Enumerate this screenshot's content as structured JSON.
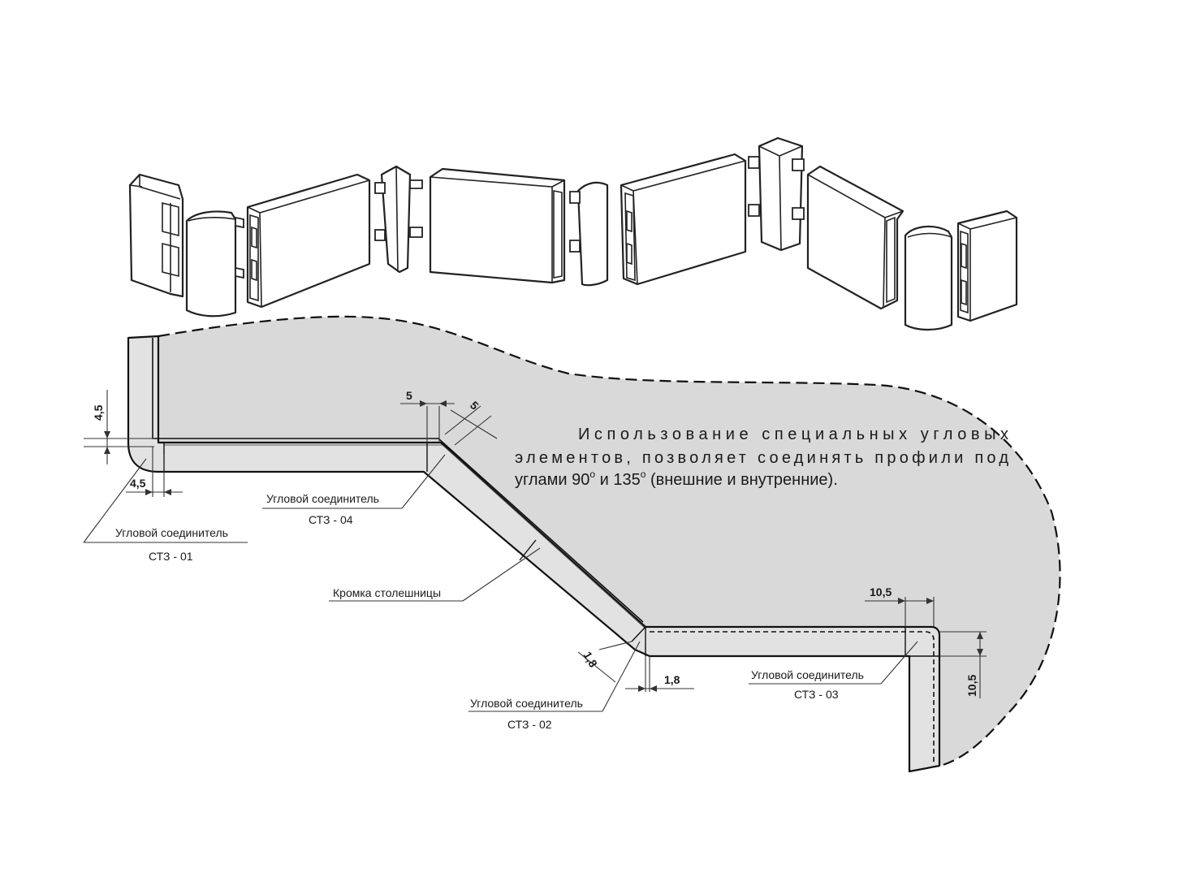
{
  "note": {
    "line1": "Использование специальных угловых",
    "line2": "элементов, позволяет соединять профили под",
    "line3_a": "углами 90",
    "line3_b": " и 135",
    "line3_c": " (внешние и внутренние).",
    "degree": "o"
  },
  "labels": {
    "ct3_01": {
      "title": "Угловой соединитель",
      "code": "СТЗ - 01"
    },
    "ct3_04": {
      "title": "Угловой соединитель",
      "code": "СТЗ - 04"
    },
    "ct3_02": {
      "title": "Угловой соединитель",
      "code": "СТЗ - 02"
    },
    "ct3_03": {
      "title": "Угловой соединитель",
      "code": "СТЗ - 03"
    },
    "edge": "Кромка столешницы"
  },
  "dimensions": {
    "d_4_5_vertical": "4,5",
    "d_4_5_horizontal": "4,5",
    "d_5_top": "5",
    "d_5_diag": "5",
    "d_1_8_diag": "1,8",
    "d_1_8_horizontal": "1,8",
    "d_10_5_top": "10,5",
    "d_10_5_vertical": "10,5"
  },
  "colors": {
    "countertop_fill": "#d9d9d9",
    "profile_fill": "#e2e2e2",
    "line": "#222222"
  }
}
